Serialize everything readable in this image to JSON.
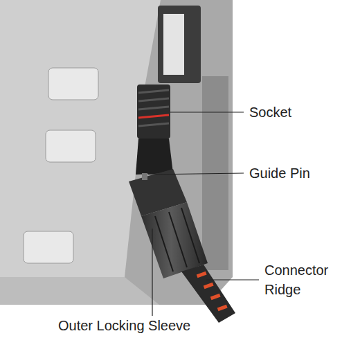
{
  "diagram": {
    "labels": [
      "Socket",
      "Guide Pin",
      "Connector Ridge",
      "Outer Locking Sleeve"
    ]
  }
}
